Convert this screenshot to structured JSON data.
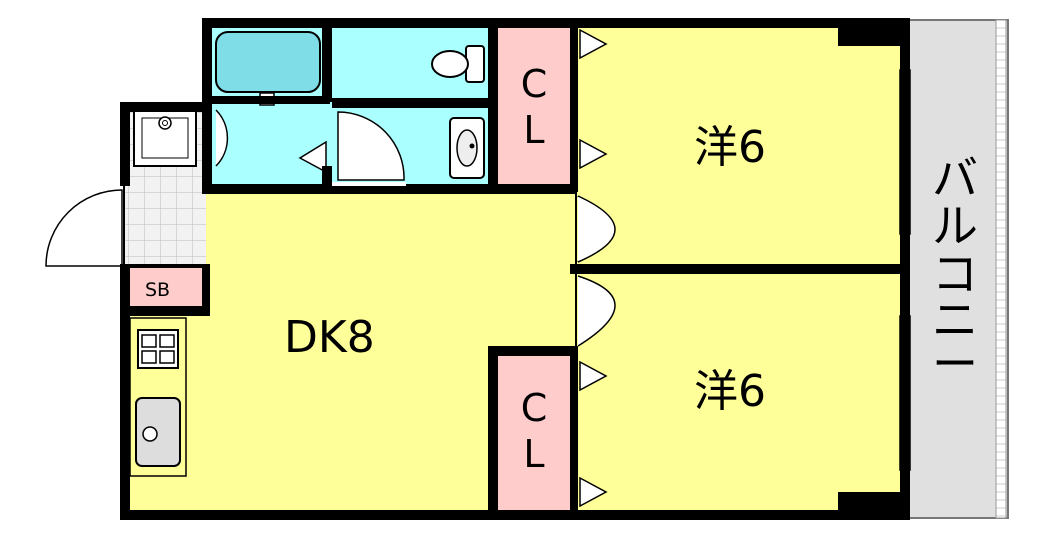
{
  "rooms": {
    "dk": "DK8",
    "bedroom_1": "洋6",
    "bedroom_2": "洋6",
    "closet_1": [
      "C",
      "L"
    ],
    "closet_2": [
      "C",
      "L"
    ],
    "storage_box": "SB",
    "balcony": [
      "バ",
      "ル",
      "コ",
      "ニ",
      "ー"
    ]
  },
  "colors": {
    "living_floor": "#ffff99",
    "wet_area": "#aaffff",
    "closet": "#ffcccc",
    "balcony": "#e0e0e0",
    "wall": "#000000"
  }
}
